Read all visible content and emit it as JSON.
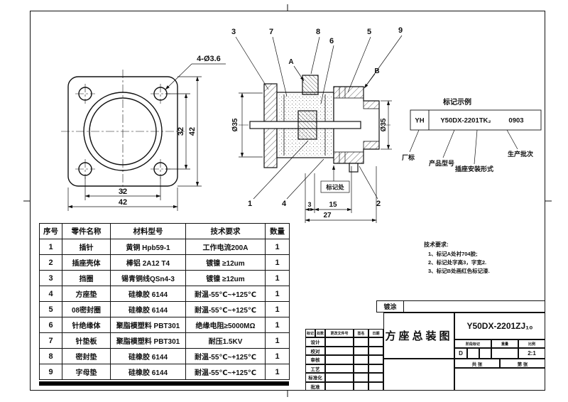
{
  "flange_view": {
    "hole_callout": "4-Ø3.6",
    "dim_hole_spacing_v": "32",
    "dim_overall_v": "42",
    "dim_hole_spacing_h": "32",
    "dim_overall_h": "42"
  },
  "section_view": {
    "callouts_top": [
      "3",
      "7",
      "8",
      "6",
      "5",
      "9"
    ],
    "callouts_bottom": [
      "1",
      "4",
      "2"
    ],
    "zone_a": "A",
    "zone_b": "B",
    "dia_left": "Ø35",
    "dia_right": "Ø35",
    "dim_small": "3",
    "dim_mid": "15",
    "dim_overall": "27",
    "mark_note": "标记处"
  },
  "marking_example": {
    "title": "标记示例",
    "brand": "YH",
    "model": "Y50DX-2201TK₂",
    "batch": "0903",
    "labels": [
      "厂标",
      "产品型号",
      "插座安装形式",
      "生产批次"
    ]
  },
  "parts_table": {
    "headers": [
      "序号",
      "零件名称",
      "材料型号",
      "技术要求",
      "数量"
    ],
    "rows": [
      [
        "1",
        "插针",
        "黄铜 Hpb59-1",
        "工作电流200A",
        "1"
      ],
      [
        "2",
        "插座壳体",
        "棒铝 2A12 T4",
        "镀镍 ≥12um",
        "1"
      ],
      [
        "3",
        "挡圈",
        "锡青铜线QSn4-3",
        "镀镍 ≥12um",
        "1"
      ],
      [
        "4",
        "方座垫",
        "硅橡胶 6144",
        "耐温-55℃~+125℃",
        "1"
      ],
      [
        "5",
        "08密封圈",
        "硅橡胶 6144",
        "耐温-55℃~+125℃",
        "1"
      ],
      [
        "6",
        "针绝缘体",
        "聚脂模塑料 PBT301",
        "绝缘电阻≥5000MΩ",
        "1"
      ],
      [
        "7",
        "针垫板",
        "聚脂模塑料 PBT301",
        "耐压1.5KV",
        "1"
      ],
      [
        "8",
        "密封垫",
        "硅橡胶 6144",
        "耐温-55℃~+125℃",
        "1"
      ],
      [
        "9",
        "字母垫",
        "硅橡胶 6144",
        "耐温-55℃~+125℃",
        "1"
      ]
    ]
  },
  "tech_notes": {
    "title": "技术要求:",
    "items": [
      "1、标记A处衬704胶;",
      "2、标记处字高3，字宽2.",
      "3、标记B处画红色标记漆."
    ]
  },
  "title_block": {
    "coating": "镀涂",
    "title": "方座总装图",
    "drawing_no": "Y50DX-2201ZJ₁₀",
    "stage_header": "阶段标记",
    "weight_header": "重量",
    "scale_header": "比例",
    "stage": "D",
    "scale": "2:1",
    "sheets_total": "共 张",
    "sheet_no": "第 张",
    "rev_headers": [
      "标记",
      "处数",
      "更改文件号",
      "签名",
      "日期"
    ],
    "sign_rows": [
      "设计",
      "校对",
      "审核",
      "工艺",
      "标准化",
      "批准"
    ]
  }
}
